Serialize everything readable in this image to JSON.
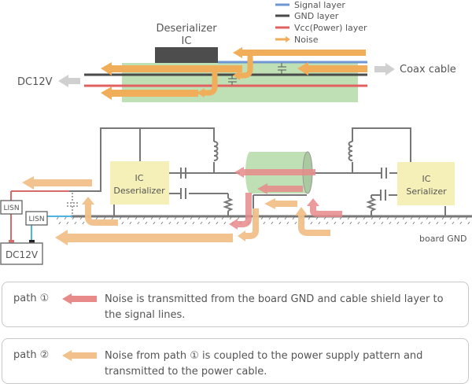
{
  "legend": {
    "items": [
      {
        "label": "Signal layer",
        "color": "#6e97d3",
        "kind": "line"
      },
      {
        "label": "GND layer",
        "color": "#4a4a4a",
        "kind": "line"
      },
      {
        "label": "Vcc(Power) layer",
        "color": "#e0615f",
        "kind": "line"
      },
      {
        "label": "Noise",
        "color": "#f0ad5a",
        "kind": "arrow"
      }
    ]
  },
  "top_diagram": {
    "ic_label_line1": "Deserializer",
    "ic_label_line2": "IC",
    "left_label": "DC12V",
    "right_label": "Coax cable"
  },
  "circuit": {
    "ic_deserializer_line1": "IC",
    "ic_deserializer_line2": "Deserializer",
    "ic_serializer_line1": "IC",
    "ic_serializer_line2": "Serializer",
    "lisn_1": "LISN",
    "lisn_2": "LISN",
    "dc_source": "DC12V",
    "board_gnd": "board GND"
  },
  "colors": {
    "path1": "#e88a8a",
    "path2": "#f2c08a",
    "noise": "#f0ad5a",
    "pcb": "#bfe0b4",
    "ic_box": "#f4f0b8",
    "wire": "#777777"
  },
  "paths": [
    {
      "label": "path ①",
      "color": "#e88a8a",
      "description": "Noise is transmitted from the board GND and cable shield layer to the signal lines."
    },
    {
      "label": "path ②",
      "color": "#f2c08a",
      "description": "Noise from path ① is coupled to the power supply pattern and transmitted to the power cable."
    }
  ]
}
